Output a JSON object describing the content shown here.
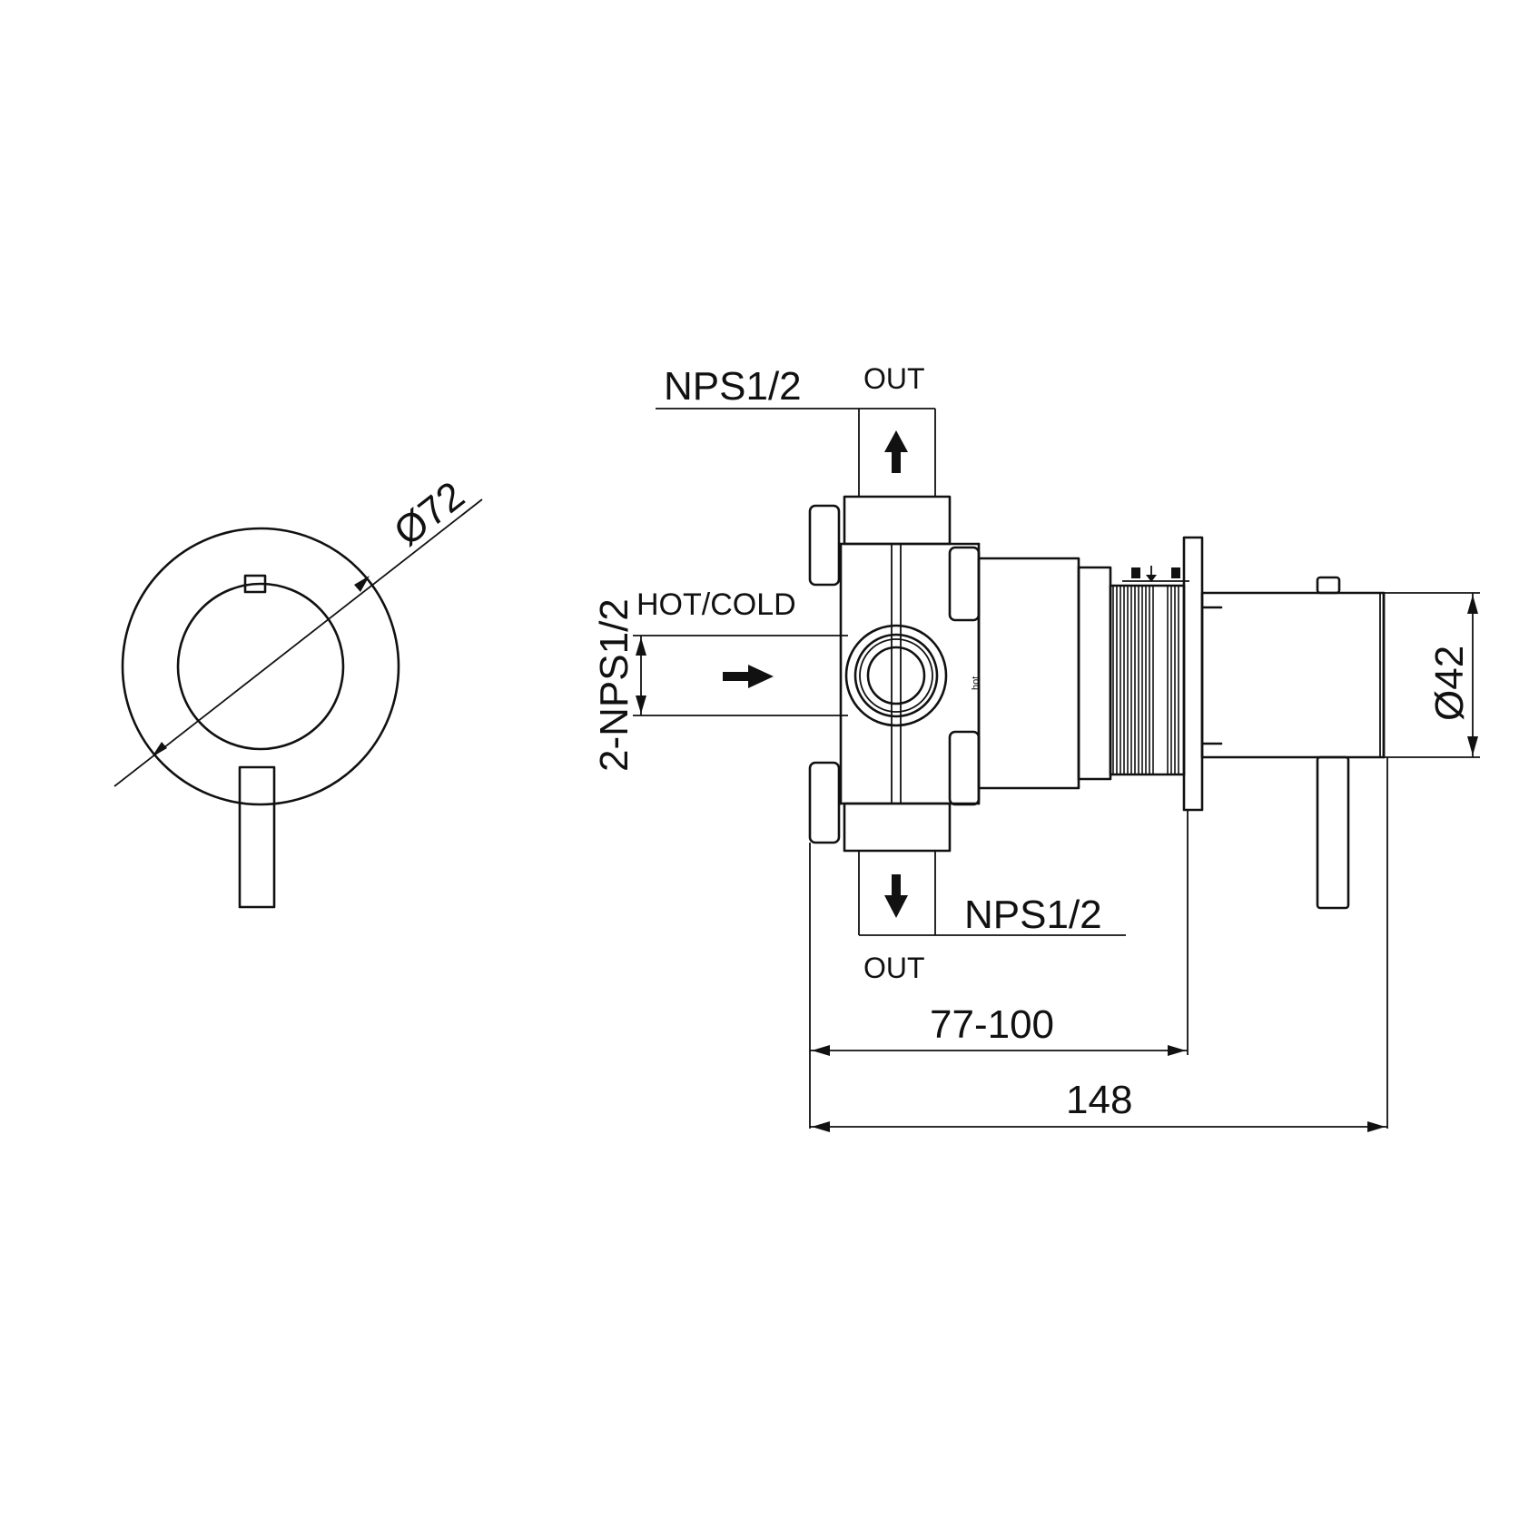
{
  "front_view": {
    "diameter_label": "Ø72"
  },
  "side_view": {
    "top_outlet": {
      "thread_label": "NPS1/2",
      "flow_label": "OUT"
    },
    "bottom_outlet": {
      "thread_label": "NPS1/2",
      "flow_label": "OUT"
    },
    "inlet": {
      "thread_label": "2-NPS1/2",
      "flow_label": "HOT/COLD"
    },
    "body_marking": "hot",
    "handle_diameter_label": "Ø42",
    "depth_range_label": "77-100",
    "overall_length_label": "148"
  }
}
